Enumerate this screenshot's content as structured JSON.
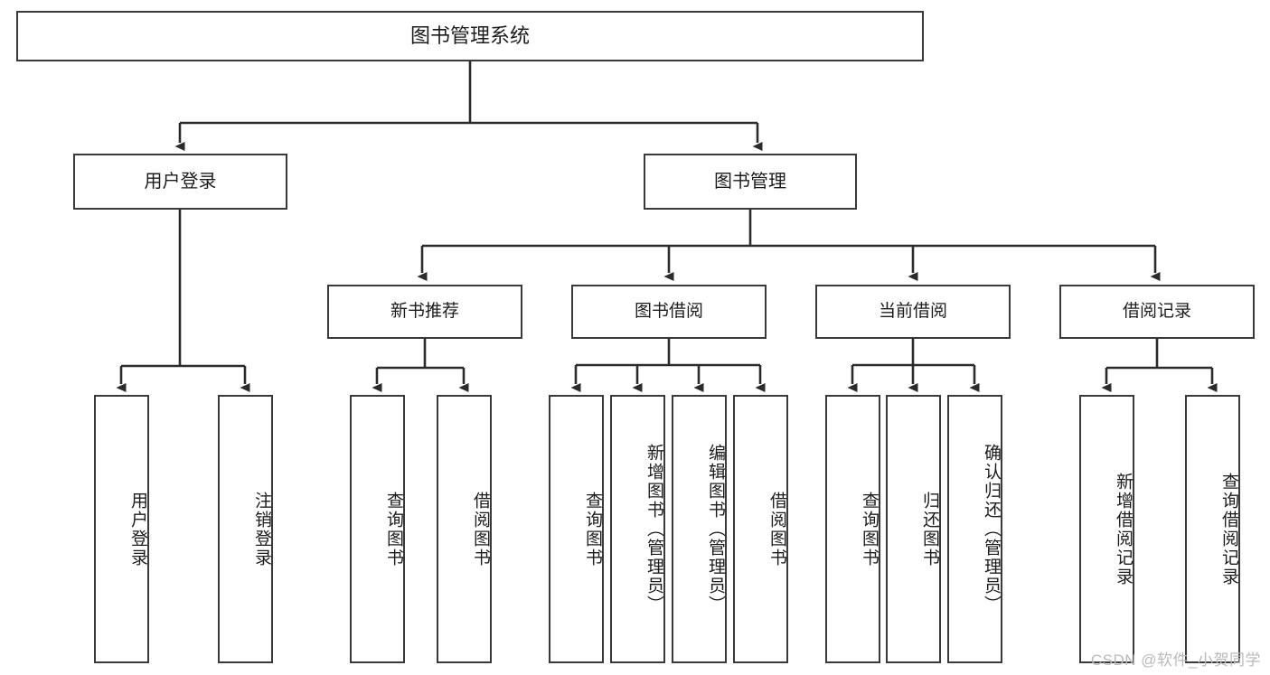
{
  "diagram": {
    "title": "图书管理系统",
    "type": "hierarchy-tree",
    "colors": {
      "box_border": "#3a3a3a",
      "box_fill": "#ffffff",
      "connector": "#2b2b2b",
      "text": "#1c1c1c",
      "watermark": "#b9b9b9"
    },
    "root": {
      "id": "root",
      "label": "图书管理系统"
    },
    "level2": [
      {
        "id": "user-login",
        "label": "用户登录"
      },
      {
        "id": "book-management",
        "label": "图书管理"
      }
    ],
    "level3": [
      {
        "id": "new-book-recommend",
        "label": "新书推荐",
        "parent": "book-management"
      },
      {
        "id": "book-borrow",
        "label": "图书借阅",
        "parent": "book-management"
      },
      {
        "id": "current-borrow",
        "label": "当前借阅",
        "parent": "book-management"
      },
      {
        "id": "borrow-record",
        "label": "借阅记录",
        "parent": "book-management"
      }
    ],
    "leaves": {
      "user-login": [
        {
          "id": "leaf-user-login",
          "label": "用户登录"
        },
        {
          "id": "leaf-logout",
          "label": "注销登录"
        }
      ],
      "new-book-recommend": [
        {
          "id": "leaf-query-book-1",
          "label": "查询图书"
        },
        {
          "id": "leaf-borrow-book-1",
          "label": "借阅图书"
        }
      ],
      "book-borrow": [
        {
          "id": "leaf-query-book-2",
          "label": "查询图书"
        },
        {
          "id": "leaf-add-book",
          "label": "新增图书（管理员）"
        },
        {
          "id": "leaf-edit-book",
          "label": "编辑图书（管理员）"
        },
        {
          "id": "leaf-borrow-book-2",
          "label": "借阅图书"
        }
      ],
      "current-borrow": [
        {
          "id": "leaf-query-book-3",
          "label": "查询图书"
        },
        {
          "id": "leaf-return-book",
          "label": "归还图书"
        },
        {
          "id": "leaf-confirm-return",
          "label": "确认归还（管理员）"
        }
      ],
      "borrow-record": [
        {
          "id": "leaf-add-record",
          "label": "新增借阅记录"
        },
        {
          "id": "leaf-query-record",
          "label": "查询借阅记录"
        }
      ]
    }
  },
  "watermark": {
    "text": "CSDN @软件_小贺同学"
  }
}
